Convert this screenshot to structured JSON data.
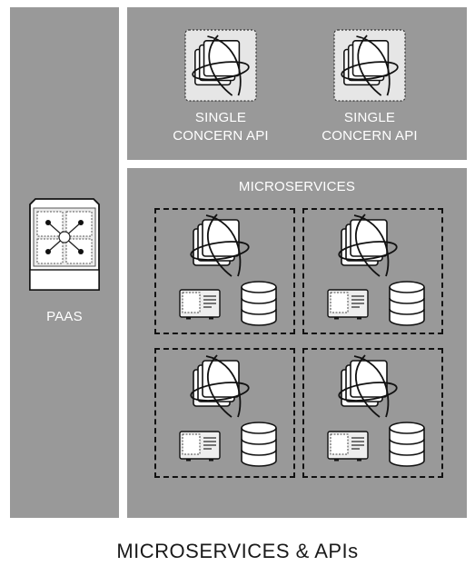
{
  "paas": {
    "label": "PAAS",
    "icon": "paas-server-icon"
  },
  "apis": [
    {
      "line1": "SINGLE",
      "line2": "CONCERN API",
      "icon": "api-cube-icon"
    },
    {
      "line1": "SINGLE",
      "line2": "CONCERN API",
      "icon": "api-cube-icon"
    }
  ],
  "microservices": {
    "label": "MICROSERVICES",
    "cells": [
      {
        "icons": [
          "service-cube-icon",
          "application-icon",
          "database-icon"
        ]
      },
      {
        "icons": [
          "service-cube-icon",
          "application-icon",
          "database-icon"
        ]
      },
      {
        "icons": [
          "service-cube-icon",
          "application-icon",
          "database-icon"
        ]
      },
      {
        "icons": [
          "service-cube-icon",
          "application-icon",
          "database-icon"
        ]
      }
    ]
  },
  "title": "MICROSERVICES & APIs",
  "colors": {
    "panel": "#999999",
    "label": "#ffffff",
    "border": "#111111",
    "title": "#1a1a1a"
  }
}
